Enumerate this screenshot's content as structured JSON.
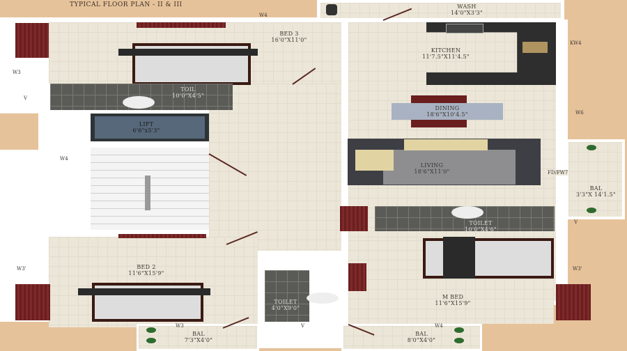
{
  "title": "TYPICAL FLOOR PLAN - II & III",
  "rooms": {
    "bed3": {
      "name": "BED 3",
      "size": "16'0\"X11'0\""
    },
    "toilet_top": {
      "name": "TOIL",
      "size": "10'0\"X4'5\""
    },
    "lift": {
      "name": "LIFT",
      "size": "6'6\"x5'3\""
    },
    "wash": {
      "name": "WASH",
      "size": "14'0\"X3'3\""
    },
    "kitchen": {
      "name": "KITCHEN",
      "size": "11'7.5\"X11'4.5\""
    },
    "dining": {
      "name": "DINING",
      "size": "18'6\"X10'4.5\""
    },
    "living": {
      "name": "LIVING",
      "size": "18'6\"X11'0\""
    },
    "bal_right": {
      "name": "BAL",
      "size": "3'3\"X 14'1.5\""
    },
    "toilet_mid": {
      "name": "TOILET",
      "size": "10'0\"X4'6\""
    },
    "bed2": {
      "name": "BED 2",
      "size": "11'6\"X15'9\""
    },
    "toilet_bottom": {
      "name": "TOILET",
      "size": "4'0\"X9'0\""
    },
    "mbed": {
      "name": "M BED",
      "size": "11'6\"X15'9\""
    },
    "bal_left": {
      "name": "BAL",
      "size": "7'3\"X4'0\""
    },
    "bal_bottom": {
      "name": "BAL",
      "size": "8'0\"X4'0\""
    }
  },
  "openings": {
    "w4_top": "W4",
    "w3_left_top": "W3",
    "v_left": "V",
    "w4_left": "W4",
    "kw4": "KW4",
    "w6": "W6",
    "fdfw7": "FD/FW7",
    "v_right": "V",
    "w3_right": "W3'",
    "w3_left_bottom": "W3'",
    "w3_bal": "W3",
    "v_bottom": "V",
    "w4_bal": "W4"
  },
  "colors": {
    "background": "#e6c29a",
    "floor": "#ece6d8",
    "wardrobe": "#6b1e1e",
    "tile": "#5a5a56",
    "counter": "#2e2e2e"
  }
}
